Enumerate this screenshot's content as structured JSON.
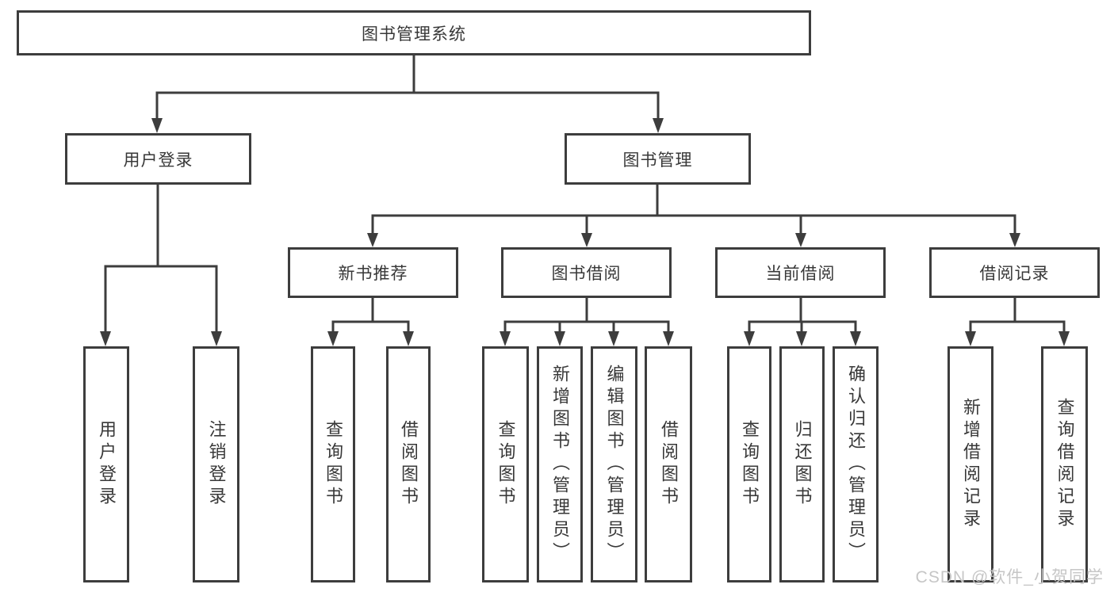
{
  "diagram_title": "图书管理系统",
  "nodes": {
    "root": {
      "label": "图书管理系统"
    },
    "userLogin": {
      "label": "用户登录",
      "leaves": [
        "用户登录",
        "注销登录"
      ]
    },
    "bookMgmt": {
      "label": "图书管理"
    },
    "newBookRec": {
      "label": "新书推荐",
      "leaves": [
        "查询图书",
        "借阅图书"
      ]
    },
    "bookBorrow": {
      "label": "图书借阅",
      "leaves": [
        "查询图书",
        "新增图书（管理员）",
        "编辑图书（管理员）",
        "借阅图书"
      ]
    },
    "currentBorrow": {
      "label": "当前借阅",
      "leaves": [
        "查询图书",
        "归还图书",
        "确认归还（管理员）"
      ]
    },
    "borrowRecords": {
      "label": "借阅记录",
      "leaves": [
        "新增借阅记录",
        "查询借阅记录"
      ]
    }
  },
  "watermark": "CSDN @软件_小贺同学",
  "colors": {
    "line": "#3d3d3d",
    "text": "#383838",
    "watermark": "#c6c6c6",
    "background": "#ffffff"
  }
}
